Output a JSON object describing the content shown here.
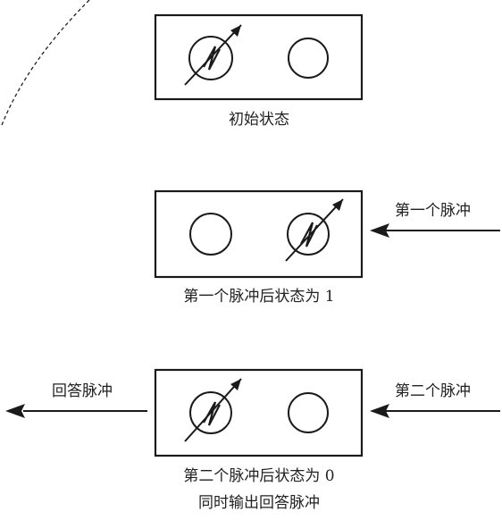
{
  "stages": [
    {
      "caption": "初始状态",
      "left_marked": true,
      "right_marked": false,
      "input_label": "",
      "output_label": ""
    },
    {
      "caption": "第一个脉冲后状态为 1",
      "left_marked": false,
      "right_marked": true,
      "input_label": "第一个脉冲",
      "output_label": ""
    },
    {
      "caption": "第二个脉冲后状态为 0",
      "caption2": "同时输出回答脉冲",
      "left_marked": true,
      "right_marked": false,
      "input_label": "第二个脉冲",
      "output_label": "回答脉冲"
    }
  ],
  "colors": {
    "ink": "#1a1a1a"
  },
  "icons": {
    "active_element": "switched-core-icon",
    "idle_element": "circle-icon"
  }
}
